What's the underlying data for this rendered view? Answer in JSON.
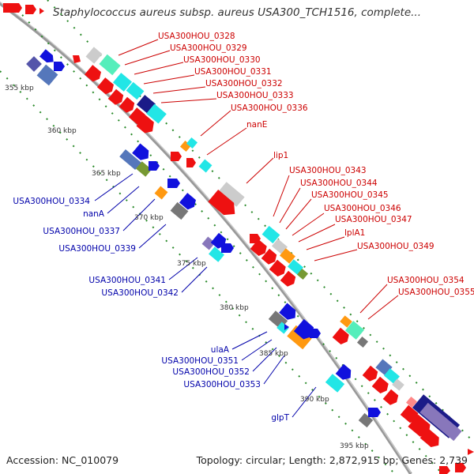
{
  "title": "Staphylococcus aureus subsp. aureus USA300_TCH1516, complete...",
  "footer": {
    "accession": "Accession: NC_010079",
    "topology": "Topology: circular; Length: 2,872,915 bp; Genes: 2,739"
  },
  "ticks": [
    "355 kbp",
    "360 kbp",
    "365 kbp",
    "370 kbp",
    "375 kbp",
    "380 kbp",
    "385 kbp",
    "390 kbp",
    "395 kbp"
  ],
  "labels_forward": [
    "USA300HOU_0328",
    "USA300HOU_0329",
    "USA300HOU_0330",
    "USA300HOU_0331",
    "USA300HOU_0332",
    "USA300HOU_0333",
    "USA300HOU_0336",
    "nanE",
    "lip1",
    "USA300HOU_0343",
    "USA300HOU_0344",
    "USA300HOU_0345",
    "USA300HOU_0346",
    "USA300HOU_0347",
    "lplA1",
    "USA300HOU_0349",
    "USA300HOU_0354",
    "USA300HOU_0355"
  ],
  "labels_reverse": [
    "USA300HOU_0334",
    "nanA",
    "USA300HOU_0337",
    "USA300HOU_0339",
    "USA300HOU_0341",
    "USA300HOU_0342",
    "ulaA",
    "USA300HOU_0351",
    "USA300HOU_0352",
    "USA300HOU_0353",
    "glpT"
  ],
  "colors": {
    "forward_label": "#cc0000",
    "reverse_label": "#0000aa",
    "backbone": "#888888",
    "tick_dots": "#2a8a2a",
    "gene_red": "#ee1111",
    "gene_blue": "#1111dd",
    "gene_cyan": "#22e6e6",
    "gene_aqua": "#55eebb",
    "gene_gray": "#888888",
    "gene_lightgray": "#cccccc",
    "gene_navy": "#1b1b88",
    "gene_orange": "#ff9911",
    "gene_slate": "#5577bb",
    "gene_olive": "#779933",
    "gene_lavender": "#8877bb",
    "gene_pink": "#ff8888"
  }
}
